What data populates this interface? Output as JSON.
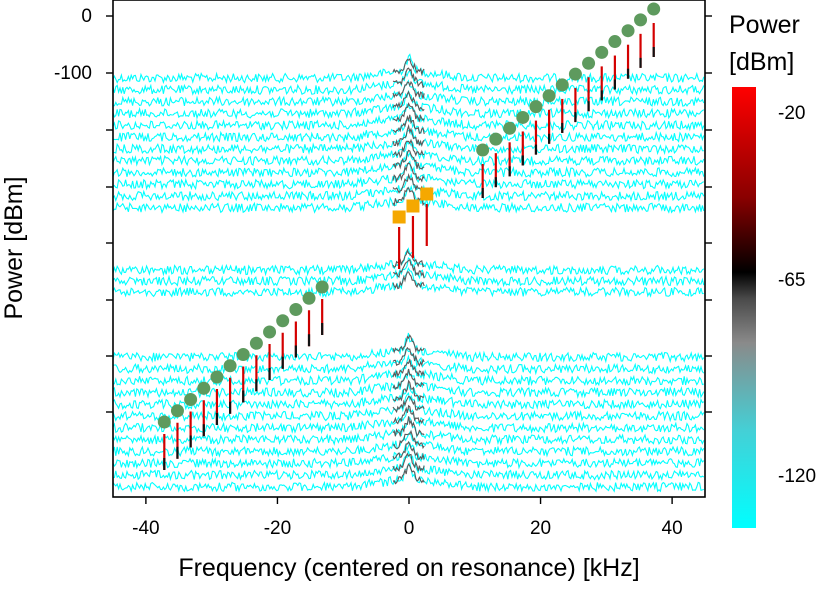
{
  "chart_data": {
    "type": "line",
    "subtype": "waterfall-spectrum",
    "title": "",
    "xlabel": "Frequency (centered on resonance) [kHz]",
    "ylabel": "Power [dBm]",
    "xlim": [
      -45,
      45
    ],
    "x_ticks": [
      -40,
      -20,
      0,
      20,
      40
    ],
    "y_ticks_labeled": [
      0,
      -100
    ],
    "y_tick_labels": [
      "0",
      "-100"
    ],
    "trace_count_upper": 12,
    "trace_count_middle": 3,
    "trace_count_lower": 12,
    "noise_floor_color": "#00ffff",
    "colorbar": {
      "title_line1": "Power",
      "title_line2": "[dBm]",
      "ticks": [
        -20,
        -65,
        -120
      ],
      "tick_labels": [
        "-20",
        "-65",
        "-120"
      ],
      "range": [
        -135,
        -15
      ],
      "colors": [
        "#00ffff",
        "#6c9aa0",
        "#7a7a7a",
        "#000000",
        "#8a0000",
        "#ff0000"
      ]
    },
    "markers": {
      "upper_sweep_circles_x": [
        11.2,
        13.2,
        15.3,
        17.3,
        19.3,
        21.3,
        23.3,
        25.3,
        27.3,
        29.3,
        31.3,
        33.3,
        35.2,
        37.2
      ],
      "lower_sweep_circles_x": [
        -37.2,
        -35.2,
        -33.2,
        -31.2,
        -29.2,
        -27.2,
        -25.2,
        -23.2,
        -21.2,
        -19.2,
        -17.2,
        -15.2,
        -13.2
      ],
      "center_squares_x": [
        -1.5,
        0.6,
        2.7
      ],
      "circle_color": "#5e9a5e",
      "square_color": "#f5a800"
    }
  }
}
